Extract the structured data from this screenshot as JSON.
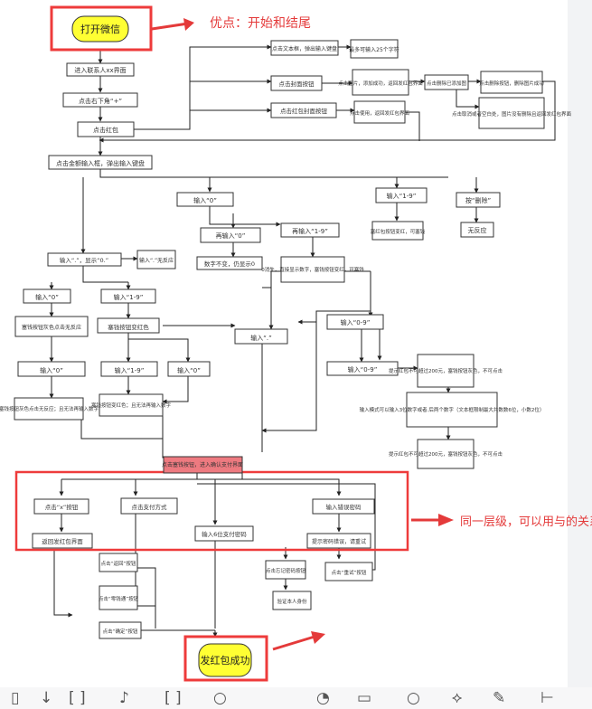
{
  "nodes": {
    "open_wechat": "打开微信",
    "contacts": "进入联系人xx界面",
    "plus": "点击右下角“+”",
    "redpacket": "点击红包",
    "input_amount": "点击金额输入框，弹出输入键盘",
    "click_text": "点击文本框，弹出输入键盘",
    "max25": "最多可输入25个字符",
    "click_cover": "点击封面按钮",
    "cover_ok": "点击图片，添加成功，返回发红包界面",
    "del_img": "点击删除已添加图",
    "del_confirm": "点击删除按钮，删除图片成功",
    "cancel_back": "点击取消或者空白处，图片没有删除且返回发红包界面",
    "redpacket_cover": "点击红包封面按钮",
    "cover_use": "点击使用，返回发红包界面",
    "in0": "输入“0”",
    "in19": "输入“1-9”",
    "press_del": "按“删除”",
    "no_resp": "无反应",
    "again0": "再输入“0”",
    "no_effect": "数字不变，仍显示0",
    "again19": "再输入“1-9”",
    "replace0": "0消失，直接显示数字，塞钱按钮变红，可塞钱",
    "red_btn": "塞红包按钮变红，可塞钱",
    "in_dot_show": "输入“.”，显示“0.”",
    "in_dot_none": "输入“.”无反应",
    "dot_in0": "输入“0”",
    "dot_in19": "输入“1-9”",
    "gray_btn": "塞钱按钮灰色点击无反应",
    "btn_red": "塞钱按钮变红色",
    "l3_in0": "输入“0”",
    "l3_in19": "输入“1-9”",
    "l3_in0b": "输入“0”",
    "money_ok1": "塞钱按钮灰色点击无反应；且无法再输入数字",
    "money_ok2": "塞钱按钮变红色；且无法再输入数字",
    "in_dot": "输入“.”",
    "in09": "输入“0-9”",
    "in09b": "输入“0-9”",
    "warn200a": "提示红包不可超过200元，塞钱按钮灰色，不可点击",
    "warn_limit": "输入模式可以输入3位数字或者.后两个数字（文本框限制最大共数数6位，小数2位）",
    "warn200b": "提示红包不可超过200元，塞钱按钮灰色，不可点击",
    "click_pay": "点击塞钱按钮，进入确认支付界面",
    "click_x": "点击“x”按钮",
    "pay_method": "点击支付方式",
    "pwd_input": "输入6位支付密码",
    "input_error": "输入错误密码",
    "back_red": "返回发红包界面",
    "pwd_err": "提示密码错误，请重试",
    "return_btn": "点击“返回”按钮",
    "forget": "点击忘记密码按钮",
    "retry": "点击“重试”按钮",
    "select_card": "点击“零钱通”按钮",
    "verify": "验证本人身份",
    "confirm": "点击“确定”按钮",
    "success": "发红包成功"
  },
  "annotations": {
    "pros": "优点：开始和结尾",
    "same_level": "同一层级，可以用与的关系"
  },
  "toolbar": {
    "icons": [
      "▯",
      "↓",
      "[ ]",
      "♪",
      "[ ]",
      "○",
      "◔",
      "▭",
      "○",
      "⟡",
      "✎",
      "⊢"
    ]
  },
  "colors": {
    "highlight": "#ee3b3b",
    "yellow": "#ffff33",
    "pink": "#ee7a80",
    "annotation": "#e43a3a"
  }
}
